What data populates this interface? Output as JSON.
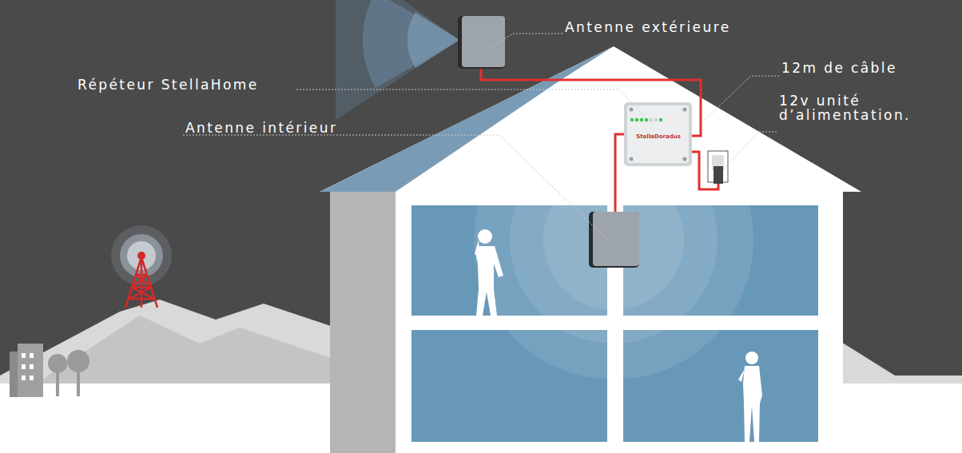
{
  "diagram": {
    "nodes": [
      {
        "text": [
          "StellaDoradus"
        ]
      }
    ],
    "labels": [
      "Antenne extérieure",
      "Répéteur StellaHome",
      "Antenne intérieur",
      "12m de câble",
      "12v unité d’alimentation."
    ]
  }
}
